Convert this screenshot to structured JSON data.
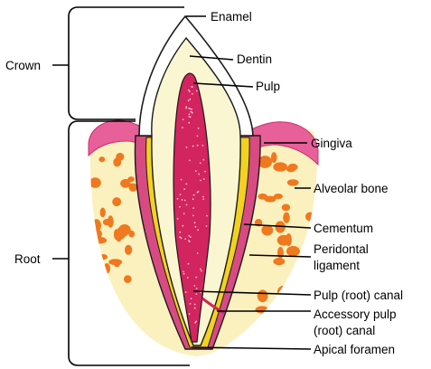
{
  "diagram": {
    "colors": {
      "bone_fill": "#fbf1bf",
      "marrow_spots": "#f0781e",
      "gum": "#e8609a",
      "gum_dark": "#c8306a",
      "cementum": "#f2d21e",
      "ligament": "#d84a82",
      "dentin": "#fbf6d2",
      "pulp": "#d2245e",
      "enamel": "#ffffff",
      "outline": "#1a1a1a"
    },
    "brackets": {
      "crown": "Crown",
      "root": "Root"
    },
    "labels": {
      "enamel": "Enamel",
      "dentin": "Dentin",
      "pulp": "Pulp",
      "gingiva": "Gingiva",
      "alveolar_bone": "Alveolar bone",
      "cementum": "Cementum",
      "peridontal_ligament_1": "Peridontal",
      "peridontal_ligament_2": "ligament",
      "pulp_root_canal": "Pulp (root) canal",
      "accessory_canal_1": "Accessory pulp",
      "accessory_canal_2": "(root) canal",
      "apical_foramen": "Apical foramen"
    }
  }
}
